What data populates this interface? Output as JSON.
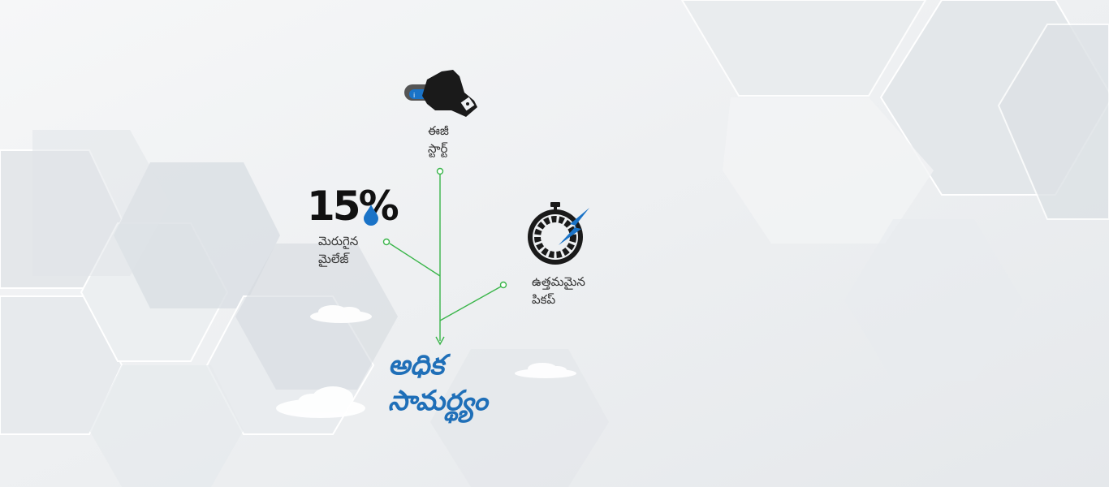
{
  "features": {
    "easy_start": {
      "line1": "ఈజీ",
      "line2": "స్టార్ట్",
      "icon": "key-start-icon"
    },
    "mileage": {
      "value": "15%",
      "line1": "మెరుగైన",
      "line2": "మైలేజ్",
      "icon": "fuel-drop-icon"
    },
    "pickup": {
      "line1": "ఉత్తమమైన",
      "line2": "పికప్",
      "icon": "stopwatch-lightning-icon"
    }
  },
  "headline": {
    "line1": "అధిక",
    "line2": "సామర్థ్యం"
  },
  "colors": {
    "connector": "#3ab54a",
    "headline": "#1f6fb8",
    "background": "#eef0f2",
    "icon_blue": "#1a73c7"
  }
}
